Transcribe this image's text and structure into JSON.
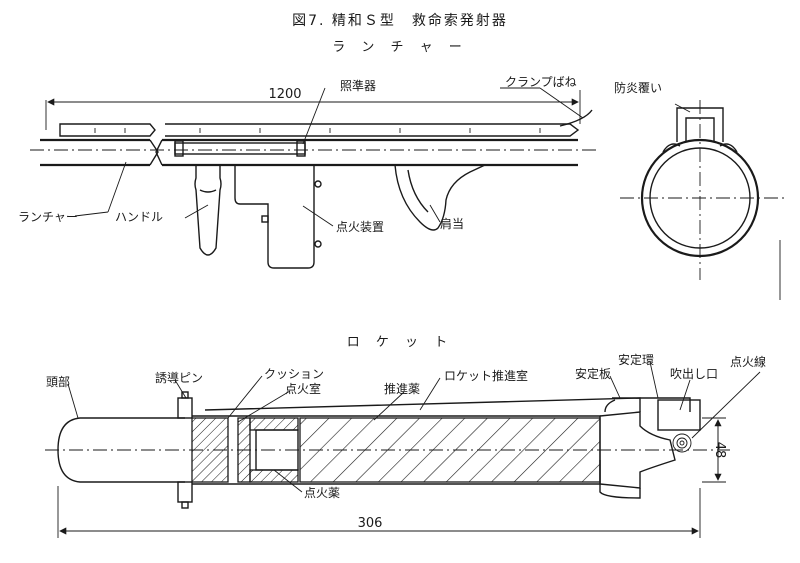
{
  "title": "図7. 精和Ｓ型　救命索発射器",
  "launcher": {
    "heading": "ラ ン チ ャ ー",
    "dimension": "1200",
    "labels": {
      "sight": "照準器",
      "clamp_spring": "クランプばね",
      "flame_cover": "防炎覆い",
      "launcher": "ランチャー",
      "handle": "ハンドル",
      "igniter": "点火装置",
      "shoulder_rest": "肩当"
    }
  },
  "rocket": {
    "heading": "ロ ケ ッ ト",
    "dimension_length": "306",
    "dimension_diameter": "48",
    "labels": {
      "head": "頭部",
      "guide_pin": "誘導ピン",
      "cushion": "クッション",
      "ignition_chamber": "点火室",
      "propellant": "推進薬",
      "rocket_chamber": "ロケット推進室",
      "stabilizer_plate": "安定板",
      "stabilizer_ring": "安定環",
      "nozzle": "吹出し口",
      "fuse": "点火線",
      "igniter_charge": "点火薬"
    }
  }
}
